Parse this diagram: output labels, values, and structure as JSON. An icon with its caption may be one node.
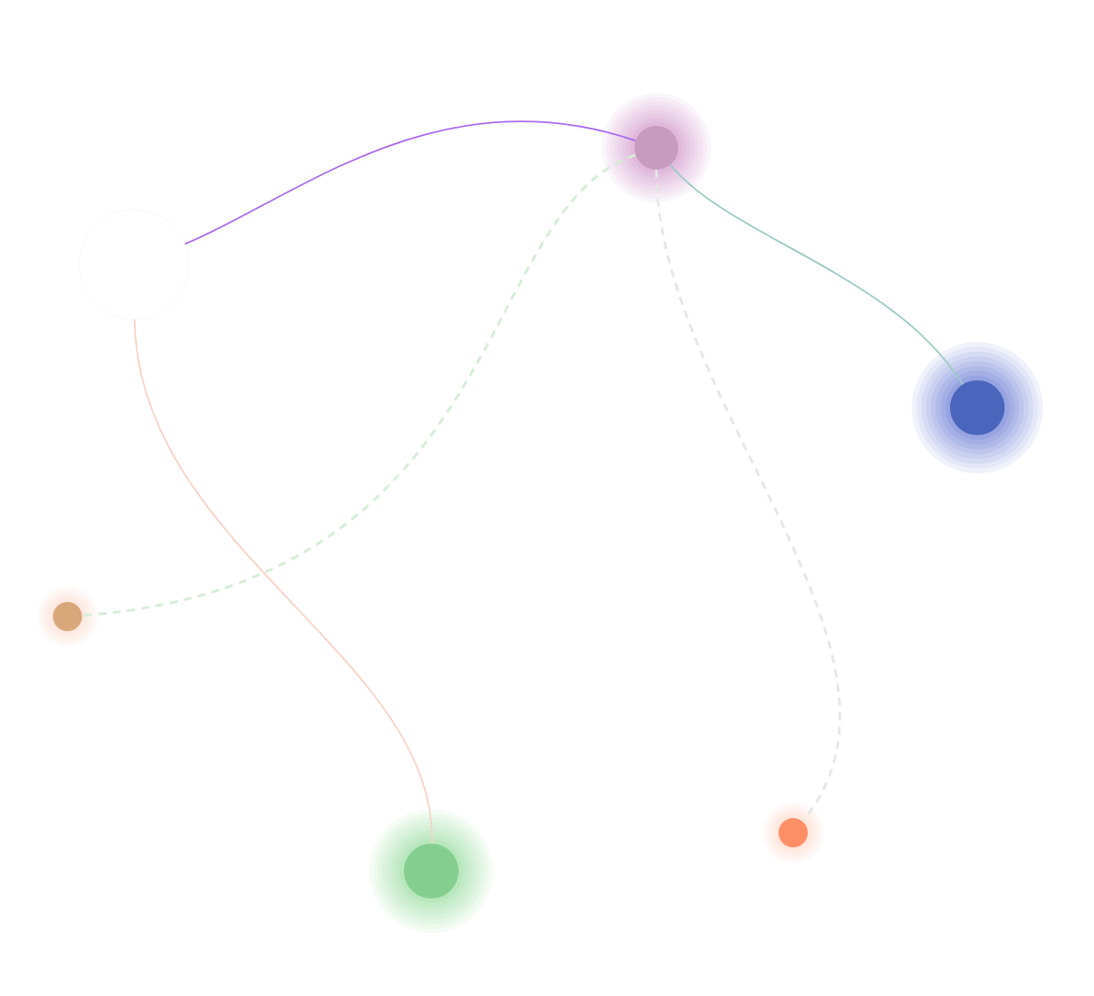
{
  "diagram": {
    "nodes": [
      {
        "text": [],
        "shape": "circle"
      },
      {
        "text": [],
        "shape": "circle"
      },
      {
        "text": [],
        "shape": "circle"
      },
      {
        "text": [],
        "shape": "circle"
      },
      {
        "text": [],
        "shape": "circle"
      },
      {
        "text": [],
        "shape": "circle"
      }
    ],
    "edges": [
      {
        "from": 0,
        "to": 1,
        "arrow": "none",
        "color": "#a96af0"
      },
      {
        "from": 1,
        "to": 2,
        "arrow": "none",
        "color": "#9ccbc6"
      },
      {
        "from": 1,
        "to": 3,
        "arrow": "none",
        "style": "dashed",
        "color": "#d5eed6"
      },
      {
        "from": 1,
        "to": 5,
        "arrow": "none",
        "style": "dashed",
        "color": "#e4e7e4"
      },
      {
        "from": 0,
        "to": 4,
        "arrow": "none",
        "color": "#f7d3c6"
      }
    ]
  }
}
